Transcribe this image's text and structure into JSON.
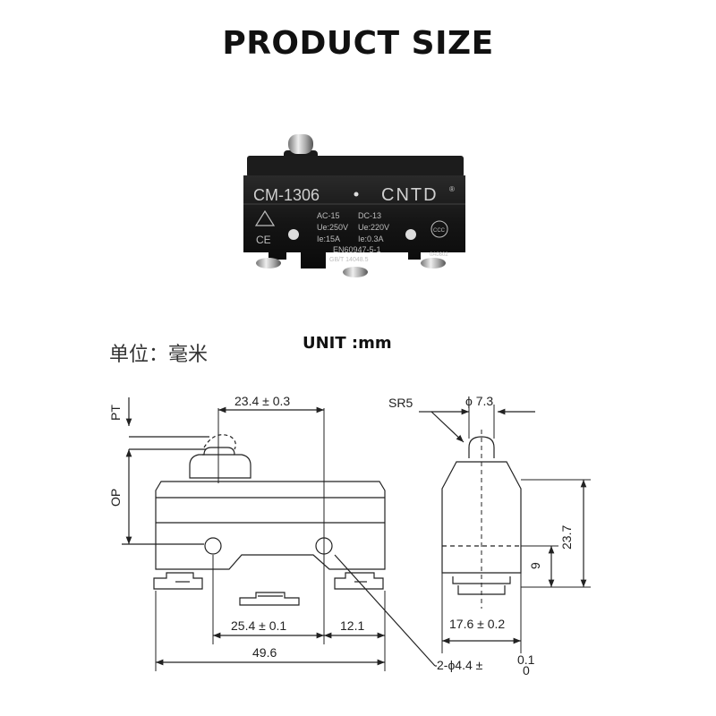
{
  "title": "PRODUCT SIZE",
  "product": {
    "model": "CM-1306",
    "brand": "CNTD",
    "registered_mark": "®",
    "ratings_ac": [
      "AC-15",
      "Ue:250V",
      "Ie:15A"
    ],
    "ratings_dc": [
      "DC-13",
      "Ue:220V",
      "Ie:0.3A"
    ],
    "standard_1": "EN60947-5-1",
    "standard_2": "GB/T 14048.5",
    "code": "0A0602",
    "ce_mark": "CE",
    "ccc_mark": "CCC"
  },
  "units": {
    "chinese": "单位：毫米",
    "english": "UNIT :mm"
  },
  "dimensions": {
    "pt": "PT",
    "op": "OP",
    "plunger_offset": "23.4 ± 0.3",
    "hole_spacing": "25.4 ± 0.1",
    "hole_to_edge": "12.1",
    "overall_length": "49.6",
    "sr": "SR5",
    "plunger_dia": "ϕ 7.3",
    "height": "23.7",
    "hole_height": "9",
    "width": "17.6 ± 0.2",
    "hole_dia_main": "2-ϕ4.4 ±",
    "hole_tol_upper": "0.1",
    "hole_tol_lower": "0"
  }
}
